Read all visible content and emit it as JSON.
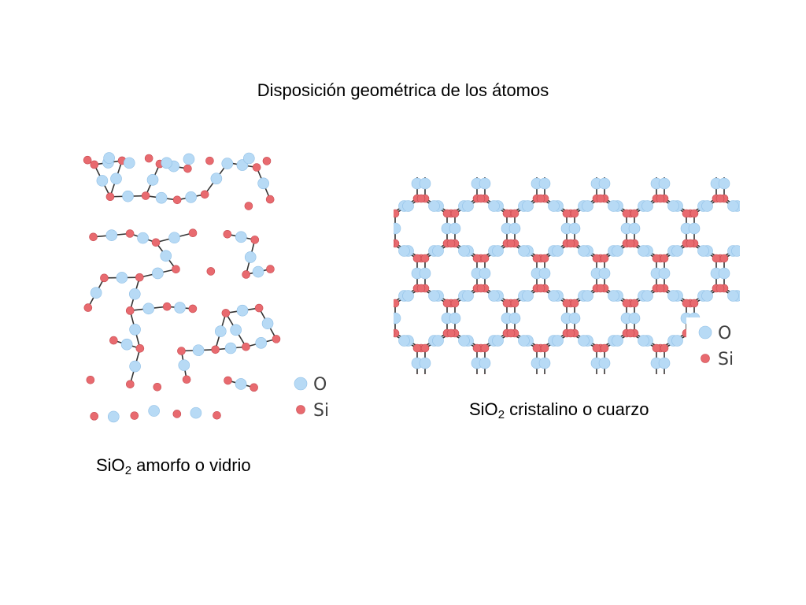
{
  "title": "Disposición geométrica de los átomos",
  "amorphous": {
    "caption_prefix": "SiO",
    "caption_sub": "2",
    "caption_suffix": " amorfo o vidrio"
  },
  "crystalline": {
    "caption_prefix": "SiO",
    "caption_sub": "2",
    "caption_suffix": " cristalino o cuarzo"
  },
  "legend": {
    "oxygen_label": "O",
    "silicon_label": "Si"
  },
  "colors": {
    "oxygen": "#b7daf5",
    "oxygen_edge": "#8fbfe6",
    "silicon": "#e86a6f",
    "silicon_edge": "#c84a50",
    "bond": "#333333"
  }
}
